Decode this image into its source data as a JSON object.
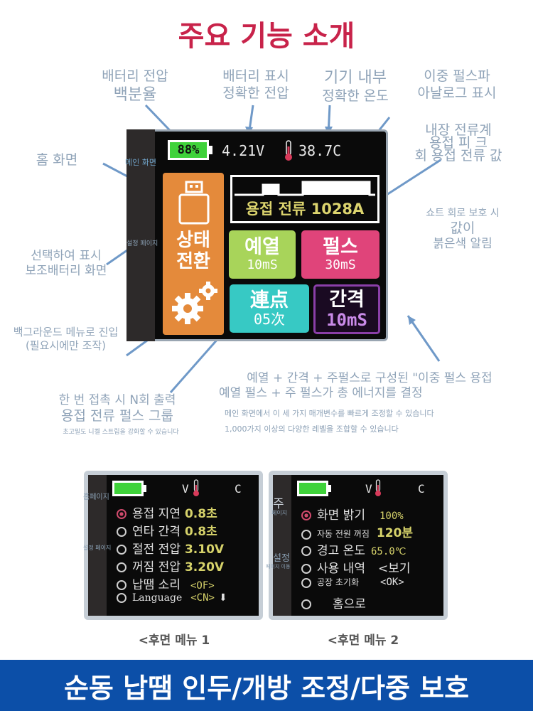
{
  "title": "주요 기능 소개",
  "callouts": {
    "battery_voltage": [
      "배터리 전압",
      "백분율"
    ],
    "battery_display": [
      "배터리 표시",
      "정확한 전압"
    ],
    "device_temp": [
      "기기 내부",
      "정확한 온도"
    ],
    "dual_pulse": [
      "이중 펄스파",
      "아날로그 표시"
    ],
    "builtin_ammeter": [
      "내장 전류계",
      "용접 피 크",
      "회 용접 전류 값"
    ],
    "home_screen": "홈 화면",
    "short_circuit": [
      "쇼트 회로 보호 시",
      "값이",
      "붉은색 알림"
    ],
    "select_display": [
      "선택하여 표시",
      "보조배터리 화면"
    ],
    "background_menu": [
      "백그라운드 메뉴로 진입",
      "(필요시에만 조작)"
    ],
    "dual_pulse_desc": [
      "예열 + 간격 + 주펄스로 구성된 \"이중 펄스 용접",
      "예열 펄스 + 주 펄스가 총 에너지를 결정"
    ],
    "dual_pulse_small": [
      "메인 화면에서 이 세 가지 매개변수를 빠르게 조정할 수 있습니다",
      "1,000가지 이상의 다양한 레벨을 조합할 수 있습니다"
    ],
    "n_times": [
      "한 번 접촉 시 N회 출력",
      "용접 전류 펄스 그룹"
    ],
    "n_times_small": "초고밀도 니켈 스트립을 강화할 수 있습니다"
  },
  "main_screen": {
    "sidebar_label_top": "메인 화면",
    "sidebar_label_mid": "설정 페이지",
    "battery_percent": "88%",
    "voltage": "4.21V",
    "temperature": "38.7C",
    "weld_current": "용접 전류 1028A",
    "mode_switch": [
      "상태",
      "전환"
    ],
    "preheat_label": "예열",
    "preheat_value": "10mS",
    "pulse_label": "펄스",
    "pulse_value": "30mS",
    "continuous_label": "連点",
    "continuous_value": "05次",
    "interval_label": "간격",
    "interval_value": "10mS"
  },
  "menu1": {
    "side_label": "홈페이지",
    "side_label2": "설정 페이지",
    "header_v": "V",
    "header_c": "C",
    "rows": [
      {
        "label": "용접 지연",
        "value": "0.8초",
        "selected": true
      },
      {
        "label": "연타 간격",
        "value": "0.8초",
        "selected": false
      },
      {
        "label": "절전 전압",
        "value": "3.10V",
        "selected": false
      },
      {
        "label": "꺼짐 전압",
        "value": "3.20V",
        "selected": false
      },
      {
        "label": "납땜 소리",
        "value": "<OF>",
        "selected": false
      },
      {
        "label": "Language",
        "value": "<CN>",
        "selected": false
      }
    ],
    "caption": "<후면 메뉴 1"
  },
  "menu2": {
    "side_label": "주",
    "side_label_b": "페이지",
    "side_label2": "설정",
    "side_label2_b": "페이지 이동",
    "header_v": "V",
    "header_c": "C",
    "rows": [
      {
        "label": "화면 밝기",
        "value": "100%",
        "selected": true
      },
      {
        "label": "자동 전원 꺼짐",
        "value": "120분",
        "selected": false
      },
      {
        "label": "경고 온도",
        "value": "65.0℃",
        "selected": false
      },
      {
        "label": "사용 내역",
        "value": "<보기",
        "selected": false
      },
      {
        "label": "공장 초기화",
        "value": "<OK>",
        "selected": false
      },
      {
        "label": "홈으로",
        "value": "",
        "selected": false
      }
    ],
    "caption": "<후면 메뉴 2"
  },
  "banner": "순동 납땜 인두/개방 조정/다중 보호",
  "colors": {
    "title": "#c8234a",
    "callout": "#8fa3b8",
    "orange": "#e48a3b",
    "preheat": "#a8d45a",
    "pulse": "#e0447a",
    "continuous": "#37c9c4",
    "interval": "#8a3fa8",
    "banner": "#0c4fa8"
  }
}
